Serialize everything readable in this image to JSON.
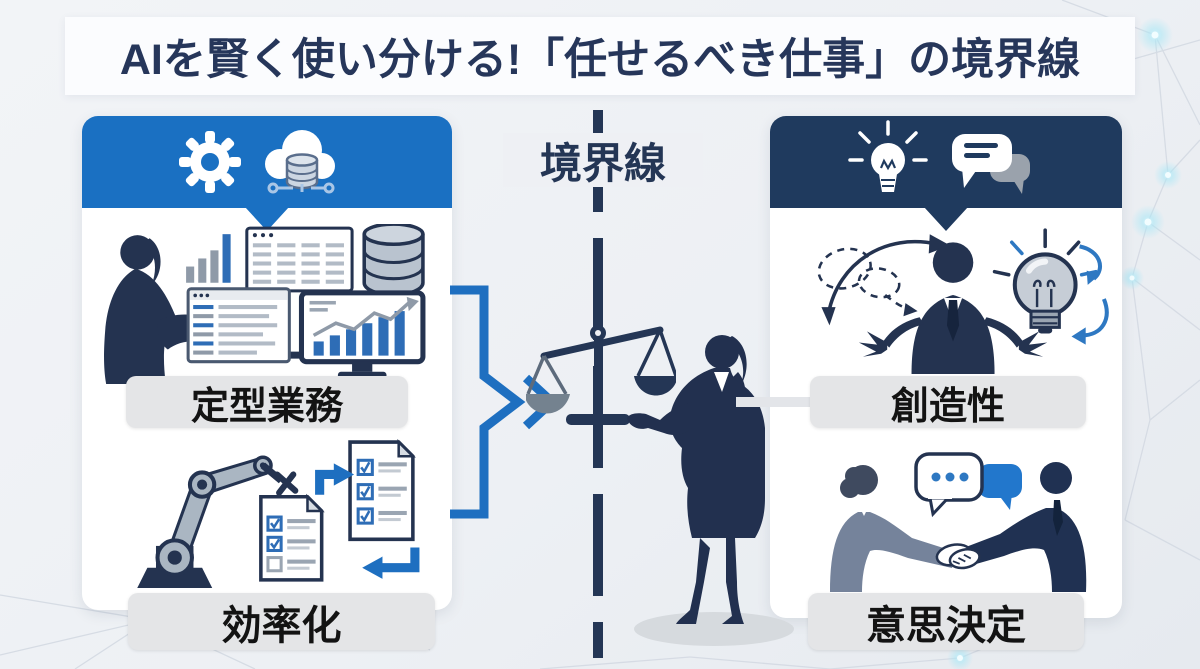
{
  "title": "AIを賢く使い分ける!「任せるべき仕事」の境界線",
  "center": {
    "boundary_label": "境界線",
    "scale_icon": "balance-scale-icon",
    "figure": "businesswoman-presenting-silhouette"
  },
  "left_panel": {
    "theme_color": "#1a70c2",
    "header_icons": [
      "gear-icon",
      "cloud-database-icon"
    ],
    "items": [
      {
        "label": "定型業務",
        "illustration": "office-worker-with-data-dashboards"
      },
      {
        "label": "効率化",
        "illustration": "robot-arm-with-checklists"
      }
    ]
  },
  "right_panel": {
    "theme_color": "#1f3a5e",
    "header_icons": [
      "lightbulb-icon",
      "speech-bubbles-icon"
    ],
    "items": [
      {
        "label": "創造性",
        "illustration": "man-with-ideas-and-lightbulb"
      },
      {
        "label": "意思決定",
        "illustration": "business-handshake"
      }
    ]
  },
  "colors": {
    "background": "#edf0f4",
    "panel": "#ffffff",
    "accent_blue": "#1a70c2",
    "dark_navy": "#1f3a5e",
    "silhouette_navy": "#243350",
    "label_bg": "#e4e5e7",
    "title_text": "#26365a",
    "glow_cyan": "#a8e7f6"
  }
}
